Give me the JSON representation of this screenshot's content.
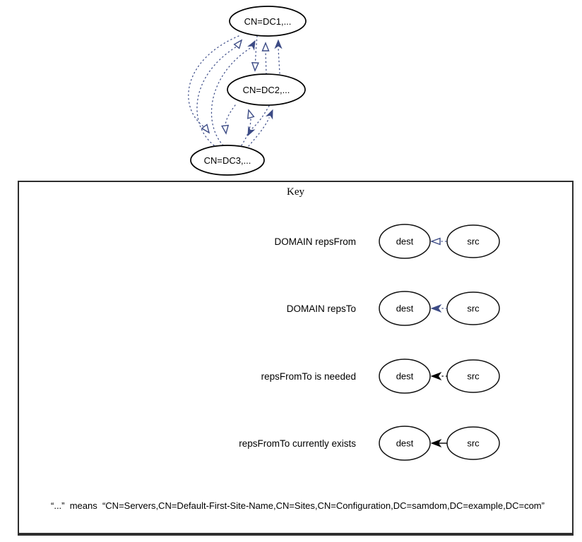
{
  "diagram": {
    "nodes": [
      {
        "id": "DC1",
        "label": "CN=DC1,..."
      },
      {
        "id": "DC2",
        "label": "CN=DC2,..."
      },
      {
        "id": "DC3",
        "label": "CN=DC3,..."
      }
    ],
    "edges": [
      {
        "from": "DC3",
        "to": "DC1",
        "type": "repsFrom"
      },
      {
        "from": "DC3",
        "to": "DC1",
        "type": "repsTo"
      },
      {
        "from": "DC1",
        "to": "DC3",
        "type": "repsFrom"
      },
      {
        "from": "DC2",
        "to": "DC3",
        "type": "repsFrom"
      },
      {
        "from": "DC2",
        "to": "DC3",
        "type": "repsTo"
      },
      {
        "from": "DC3",
        "to": "DC2",
        "type": "repsFrom"
      },
      {
        "from": "DC3",
        "to": "DC2",
        "type": "repsTo"
      },
      {
        "from": "DC1",
        "to": "DC2",
        "type": "repsFrom"
      },
      {
        "from": "DC2",
        "to": "DC1",
        "type": "repsFrom"
      },
      {
        "from": "DC2",
        "to": "DC1",
        "type": "repsTo"
      }
    ]
  },
  "key": {
    "title": "Key",
    "dest_label": "dest",
    "src_label": "src",
    "rows": [
      {
        "label": "DOMAIN repsFrom",
        "arrow_style": "blue dotted line, open arrowhead"
      },
      {
        "label": "DOMAIN repsTo",
        "arrow_style": "blue dotted line, filled arrowhead"
      },
      {
        "label": "repsFromTo is needed",
        "arrow_style": "black dotted line, filled arrowhead"
      },
      {
        "label": "repsFromTo currently exists",
        "arrow_style": "black solid line, filled arrowhead"
      }
    ],
    "note": "“...”  means  “CN=Servers,CN=Default-First-Site-Name,CN=Sites,CN=Configuration,DC=samdom,DC=example,DC=com”"
  },
  "colors": {
    "edge_blue": "#3c4b85",
    "black": "#000000",
    "box_border": "#2e2e2e"
  }
}
